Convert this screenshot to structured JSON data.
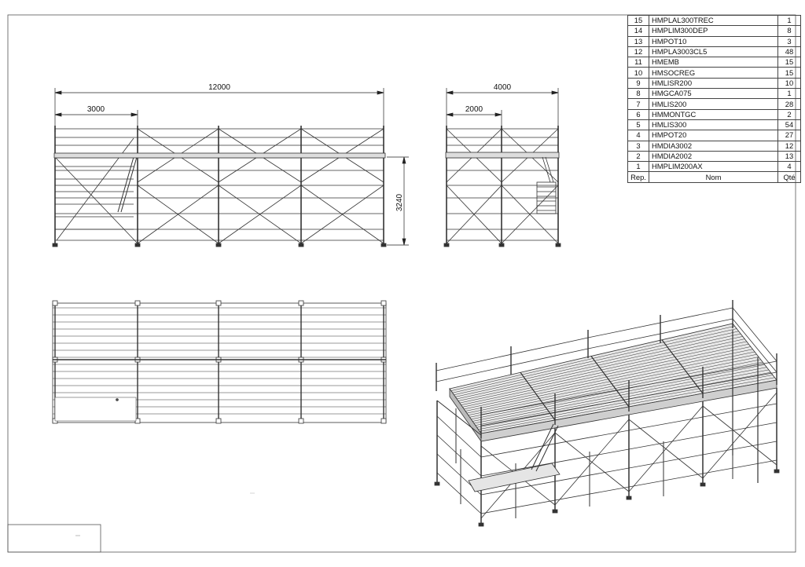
{
  "drawing": {
    "front_view": {
      "overall_length": "12000",
      "bay_length": "3000",
      "height": "3240"
    },
    "side_view": {
      "overall_width": "4000",
      "bay_width": "2000"
    }
  },
  "bom": {
    "header": {
      "rep": "Rep.",
      "nom": "Nom",
      "qte": "Qté"
    },
    "rows": [
      {
        "rep": "15",
        "nom": "HMPLAL300TREC",
        "qte": "1"
      },
      {
        "rep": "14",
        "nom": "HMPLIM300DEP",
        "qte": "8"
      },
      {
        "rep": "13",
        "nom": "HMPOT10",
        "qte": "3"
      },
      {
        "rep": "12",
        "nom": "HMPLA3003CL5",
        "qte": "48"
      },
      {
        "rep": "11",
        "nom": "HMEMB",
        "qte": "15"
      },
      {
        "rep": "10",
        "nom": "HMSOCREG",
        "qte": "15"
      },
      {
        "rep": "9",
        "nom": "HMLISR200",
        "qte": "10"
      },
      {
        "rep": "8",
        "nom": "HMGCA075",
        "qte": "1"
      },
      {
        "rep": "7",
        "nom": "HMLIS200",
        "qte": "28"
      },
      {
        "rep": "6",
        "nom": "HMMONTGC",
        "qte": "2"
      },
      {
        "rep": "5",
        "nom": "HMLIS300",
        "qte": "54"
      },
      {
        "rep": "4",
        "nom": "HMPOT20",
        "qte": "27"
      },
      {
        "rep": "3",
        "nom": "HMDIA3002",
        "qte": "12"
      },
      {
        "rep": "2",
        "nom": "HMDIA2002",
        "qte": "13"
      },
      {
        "rep": "1",
        "nom": "HMPLIM200AX",
        "qte": "4"
      }
    ]
  }
}
